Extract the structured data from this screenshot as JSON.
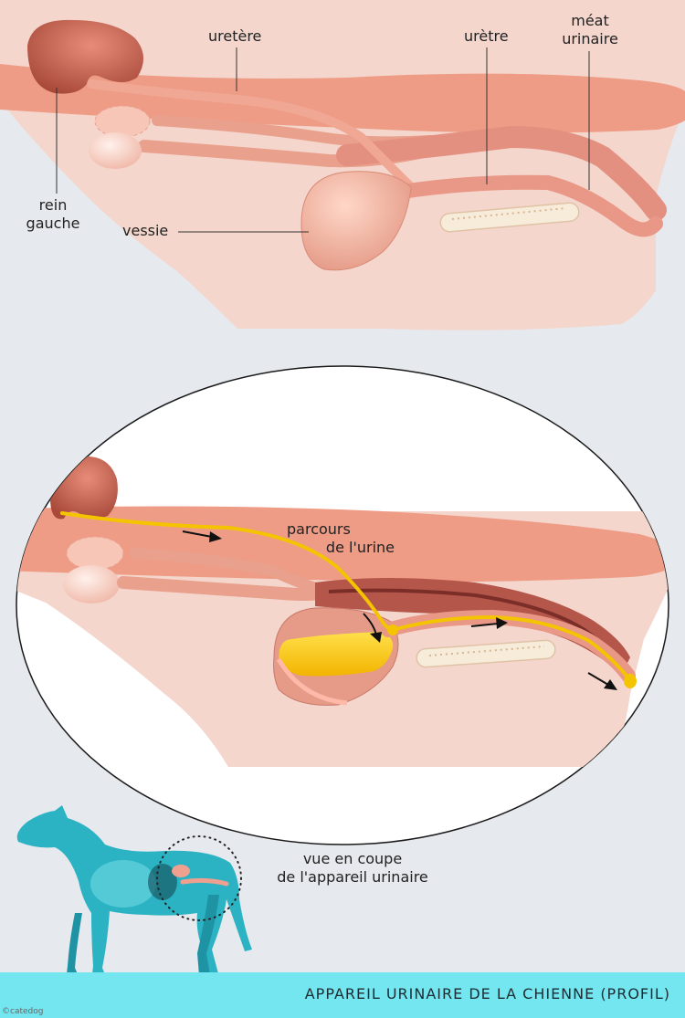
{
  "labels": {
    "uretere": "uretère",
    "uretre": "urètre",
    "meat_line1": "méat",
    "meat_line2": "urinaire",
    "rein_line1": "rein",
    "rein_line2": "gauche",
    "vessie": "vessie",
    "parcours_line1": "parcours",
    "parcours_line2": "de l'urine",
    "vue_line1": "vue en coupe",
    "vue_line2": "de l'appareil urinaire"
  },
  "footer": {
    "title": "APPAREIL URINAIRE DE LA CHIENNE (PROFIL)"
  },
  "credit": "©catedog",
  "colors": {
    "background": "#e6e9ed",
    "skin": "#f4d6cc",
    "muscle": "#ee9c86",
    "organ": "#e8907f",
    "kidney": "#c96a58",
    "urine": "#f5c400",
    "footer": "#74e6ef",
    "dog": "#2bb3c4"
  }
}
